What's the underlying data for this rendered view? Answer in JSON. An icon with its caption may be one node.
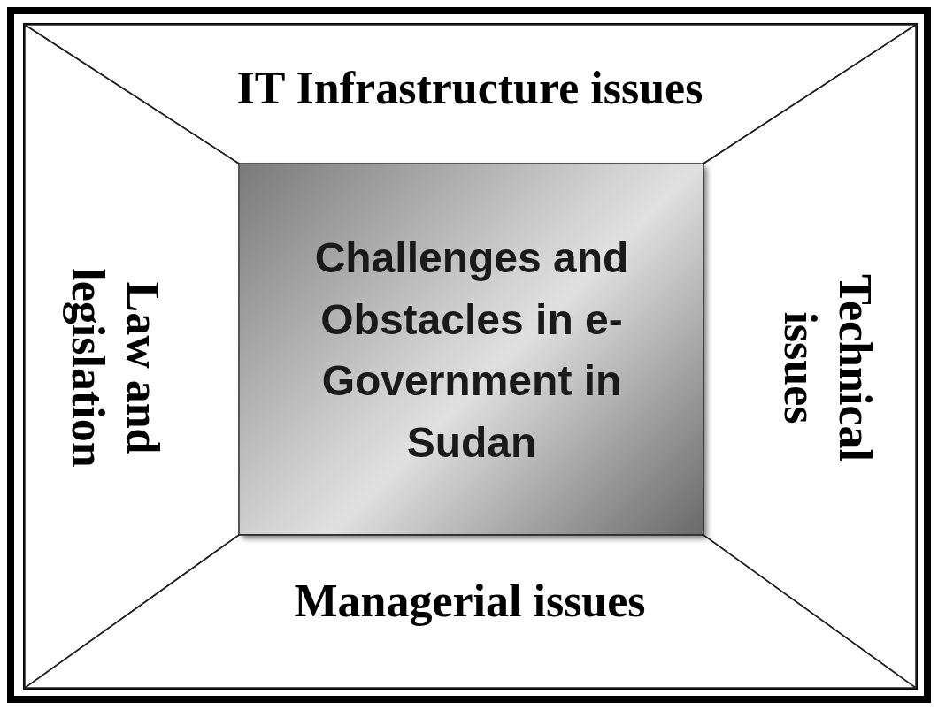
{
  "diagram": {
    "nodes": [
      {
        "text": [
          "IT Infrastructure issues"
        ]
      },
      {
        "text": [
          "Law and legislation"
        ]
      },
      {
        "text": [
          "Challenges and Obstacles in e-Government in Sudan"
        ]
      },
      {
        "text": [
          "Technical issues"
        ]
      },
      {
        "text": [
          "Managerial issues"
        ]
      }
    ]
  }
}
